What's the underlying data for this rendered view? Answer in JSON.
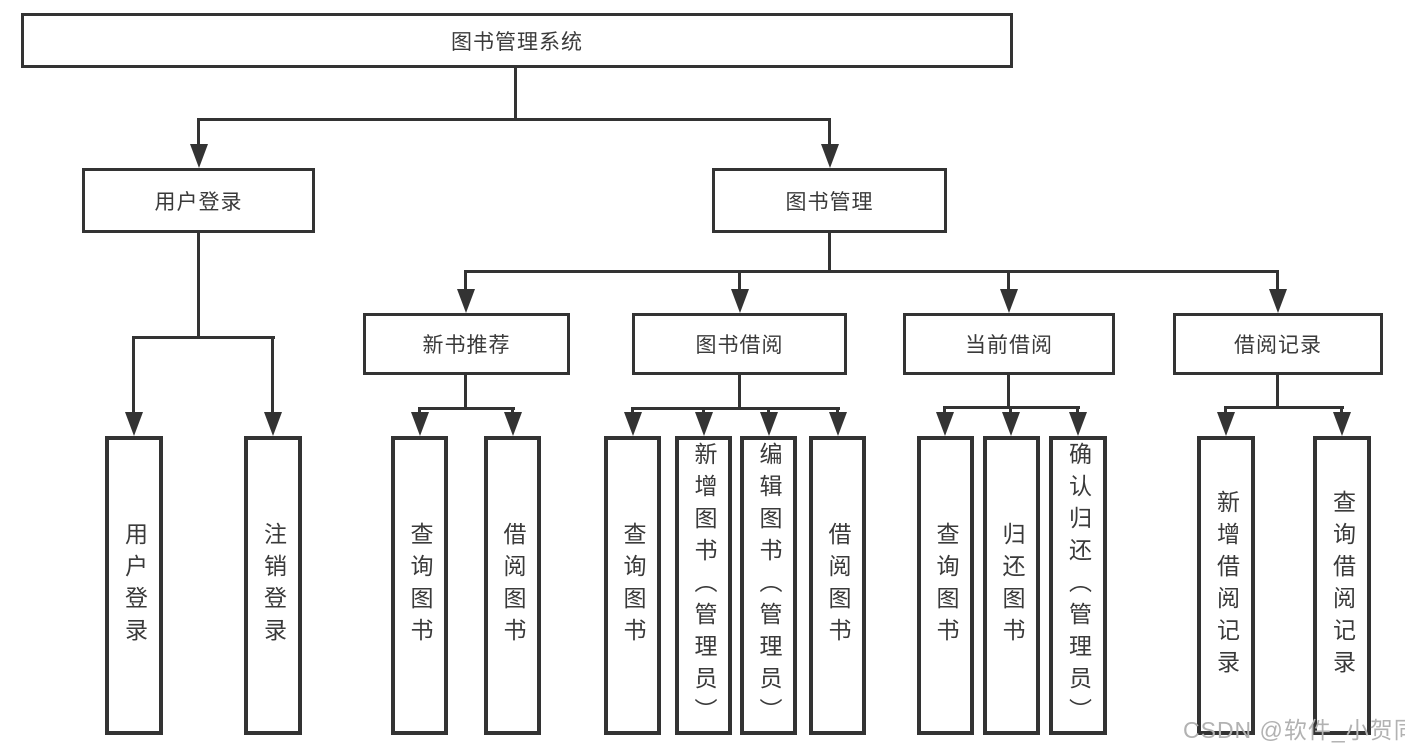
{
  "tree": {
    "label": "图书管理系统",
    "children": [
      {
        "label": "用户登录",
        "children": [
          {
            "label": "用户登录"
          },
          {
            "label": "注销登录"
          }
        ]
      },
      {
        "label": "图书管理",
        "children": [
          {
            "label": "新书推荐",
            "children": [
              {
                "label": "查询图书"
              },
              {
                "label": "借阅图书"
              }
            ]
          },
          {
            "label": "图书借阅",
            "children": [
              {
                "label": "查询图书"
              },
              {
                "label": "新增图书（管理员）"
              },
              {
                "label": "编辑图书（管理员）"
              },
              {
                "label": "借阅图书"
              }
            ]
          },
          {
            "label": "当前借阅",
            "children": [
              {
                "label": "查询图书"
              },
              {
                "label": "归还图书"
              },
              {
                "label": "确认归还（管理员）"
              }
            ]
          },
          {
            "label": "借阅记录",
            "children": [
              {
                "label": "新增借阅记录"
              },
              {
                "label": "查询借阅记录"
              }
            ]
          }
        ]
      }
    ]
  },
  "watermark": {
    "text": "CSDN @软件_小贺同学"
  },
  "colors": {
    "line": "#333333",
    "text": "#3a3a3a",
    "watermark": "#b2b2b2",
    "background": "#ffffff"
  }
}
